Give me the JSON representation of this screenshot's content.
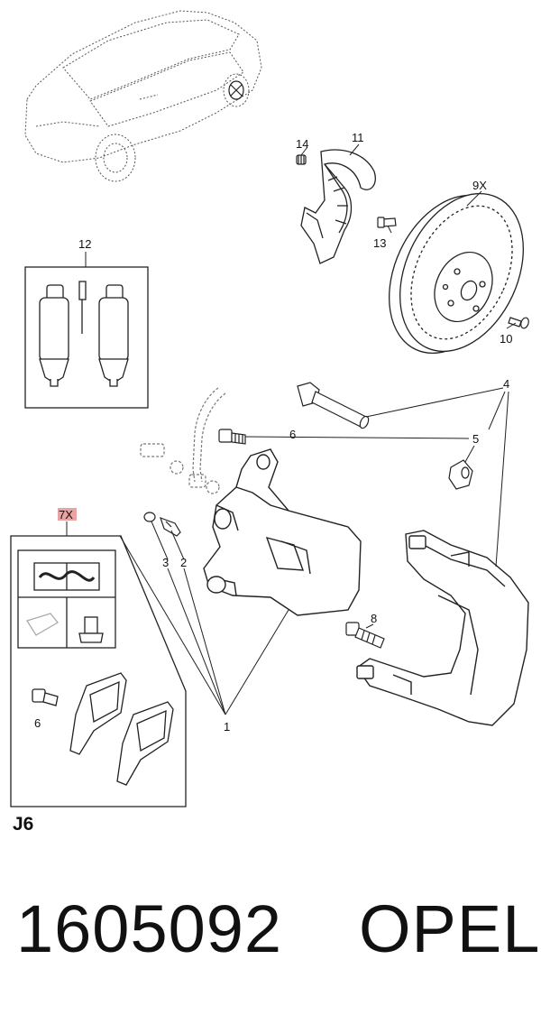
{
  "diagram": {
    "section_code": "J6",
    "callouts": {
      "c1": "1",
      "c2": "2",
      "c3": "3",
      "c4": "4",
      "c5": "5",
      "c6a": "6",
      "c6b": "6",
      "c7": "7X",
      "c8": "8",
      "c9": "9X",
      "c10": "10",
      "c11": "11",
      "c12": "12",
      "c13": "13",
      "c14": "14"
    },
    "highlight_color": "#e9a3a3"
  },
  "footer": {
    "part_number": "1605092",
    "brand": "OPEL"
  }
}
